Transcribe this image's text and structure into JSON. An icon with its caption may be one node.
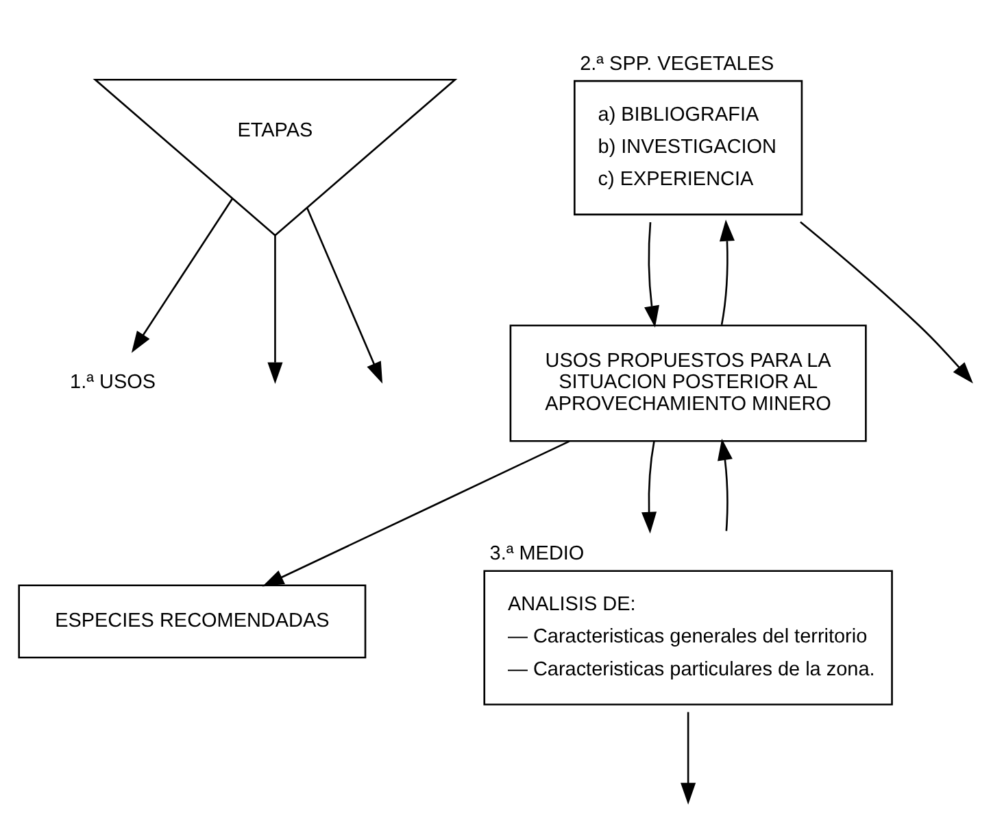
{
  "diagram": {
    "nodes": [
      {
        "text": [
          "ETAPAS"
        ]
      },
      {
        "text": [
          "1.ª USOS"
        ]
      },
      {
        "text": [
          "2.ª SPP. VEGETALES",
          "a) BIBLIOGRAFIA",
          "b) INVESTIGACION",
          "c) EXPERIENCIA"
        ]
      },
      {
        "text": [
          "USOS PROPUESTOS PARA LA SITUACION POSTERIOR AL APROVECHAMIENTO MINERO"
        ]
      },
      {
        "text": [
          "ESPECIES RECOMENDADAS"
        ]
      },
      {
        "text": [
          "3.ª MEDIO",
          "ANALISIS DE:",
          "— Caracteristicas generales del territorio",
          "— Caracteristicas particulares de la zona."
        ]
      }
    ],
    "edges": [
      {
        "from": 0,
        "to": null,
        "arrow": "to"
      },
      {
        "from": 0,
        "to": 1,
        "arrow": "to"
      },
      {
        "from": 0,
        "to": null,
        "arrow": "to"
      },
      {
        "from": 2,
        "to": 3,
        "arrow": "to"
      },
      {
        "from": 3,
        "to": 2,
        "arrow": "to"
      },
      {
        "from": 2,
        "to": null,
        "arrow": "to"
      },
      {
        "from": 3,
        "to": 4,
        "arrow": "to"
      },
      {
        "from": 3,
        "to": 5,
        "arrow": "to"
      },
      {
        "from": 5,
        "to": 3,
        "arrow": "to"
      },
      {
        "from": 5,
        "to": null,
        "arrow": "to"
      }
    ]
  }
}
